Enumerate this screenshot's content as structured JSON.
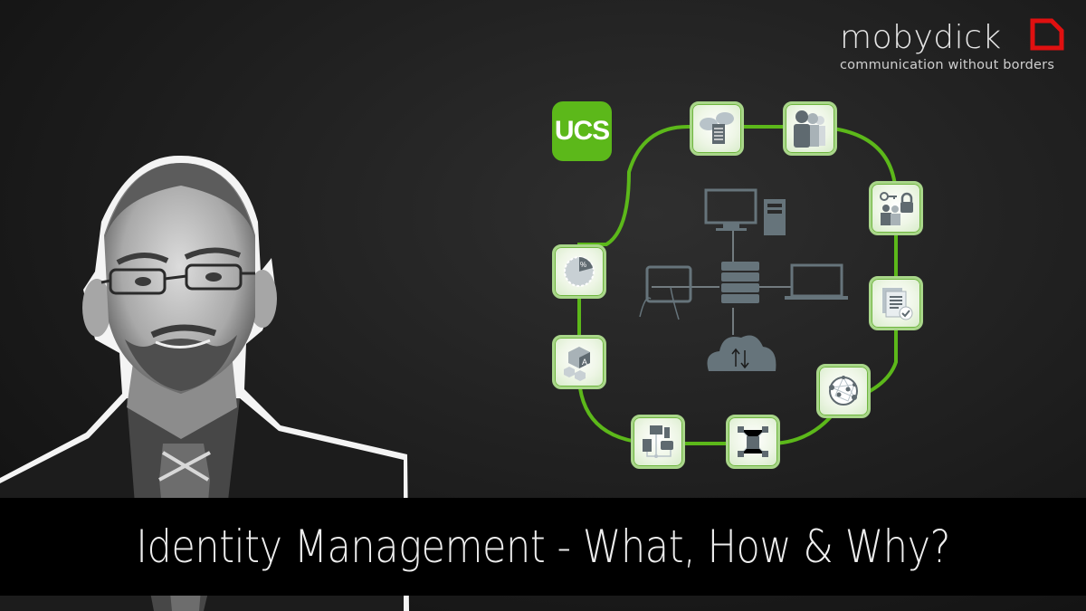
{
  "brand": {
    "name": "mobydick",
    "tagline": "communication without borders",
    "accent_color": "#e01010"
  },
  "diagram": {
    "badge": "UCS",
    "ring_color": "#5cb81a",
    "tiles": [
      {
        "id": "cloud-documents",
        "icon": "cloud-document-icon"
      },
      {
        "id": "users-group",
        "icon": "users-group-icon"
      },
      {
        "id": "access-control",
        "icon": "key-lock-users-icon"
      },
      {
        "id": "document-approval",
        "icon": "document-check-icon"
      },
      {
        "id": "network-globe",
        "icon": "network-globe-icon"
      },
      {
        "id": "branch-offices",
        "icon": "branch-offices-icon"
      },
      {
        "id": "devices-network",
        "icon": "devices-network-icon"
      },
      {
        "id": "app-packages",
        "icon": "app-package-icon"
      },
      {
        "id": "usage-quota",
        "icon": "percent-pie-icon"
      }
    ],
    "center_icons": [
      "desktop-icon",
      "tower-pc-icon",
      "tablet-icon",
      "server-rack-icon",
      "laptop-icon",
      "cloud-sync-icon"
    ]
  },
  "headline": {
    "title": "Identity Management - What, How & Why?"
  }
}
